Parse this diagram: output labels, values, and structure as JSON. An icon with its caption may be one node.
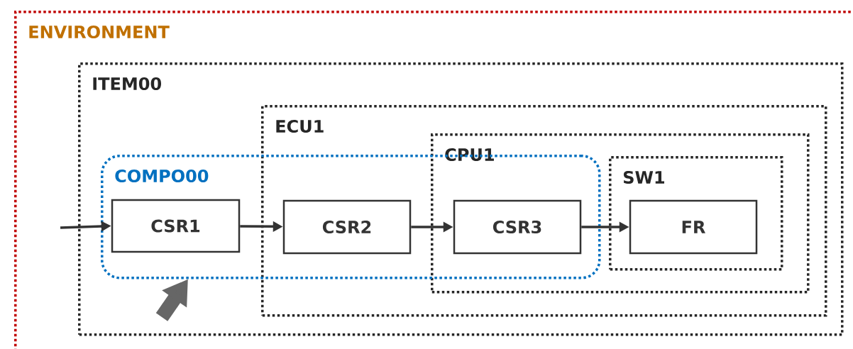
{
  "diagram": {
    "nodes": [
      {
        "text": [
          "ENVIRONMENT"
        ]
      },
      {
        "text": [
          "ITEM00"
        ],
        "in": 0
      },
      {
        "text": [
          "ECU1"
        ],
        "in": 1
      },
      {
        "text": [
          "CPU1"
        ],
        "in": 2
      },
      {
        "text": [
          "SW1"
        ],
        "in": 3
      },
      {
        "text": [
          "COMPO00"
        ],
        "in": 1
      },
      {
        "text": [
          "CSR1"
        ],
        "in": 5
      },
      {
        "text": [
          "CSR2"
        ]
      },
      {
        "text": [
          "CSR3"
        ]
      },
      {
        "text": [
          "FR"
        ],
        "in": 4
      }
    ],
    "edges": [
      {
        "from": null,
        "to": 6,
        "arrow": "to"
      },
      {
        "from": 6,
        "to": 7,
        "arrow": "to"
      },
      {
        "from": 7,
        "to": 8,
        "arrow": "to"
      },
      {
        "from": 8,
        "to": 9,
        "arrow": "to"
      },
      {
        "from": null,
        "to": 5,
        "arrow": "to",
        "style": "thick",
        "color": "#666666"
      }
    ]
  }
}
